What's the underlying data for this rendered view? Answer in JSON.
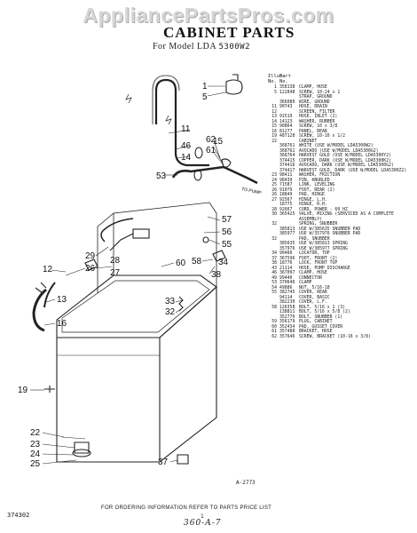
{
  "watermark": "AppliancePartsPros.com",
  "title": "CABINET PARTS",
  "subtitle_prefix": "For Model LDA",
  "subtitle_model": "5300W2",
  "parts_header": {
    "illus": "Illus.",
    "no": "No.",
    "part": "Part",
    "part_no": "No.",
    "description": ""
  },
  "parts": [
    {
      "illus": "1",
      "part": "358138",
      "desc": "CLAMP, HOSE"
    },
    {
      "illus": "5",
      "part": "122848",
      "desc": "SCREW, 10-24 x 1"
    },
    {
      "illus": "",
      "part": "",
      "desc": "STRAP, GROUND"
    },
    {
      "illus": "",
      "part": "366080",
      "desc": "WIRE, GROUND"
    },
    {
      "illus": "11",
      "part": "90743",
      "desc": "HOSE, DRAIN"
    },
    {
      "illus": "12",
      "part": "",
      "desc": "SCREEN, FILTER"
    },
    {
      "illus": "13",
      "part": "91519",
      "desc": "HOSE, INLET (2)"
    },
    {
      "illus": "14",
      "part": "14123",
      "desc": "WASHER, RUBBER"
    },
    {
      "illus": "15",
      "part": "90864",
      "desc": "SCREW, 10 x 3/8"
    },
    {
      "illus": "16",
      "part": "81277",
      "desc": "PANEL, REAR"
    },
    {
      "illus": "19",
      "part": "487128",
      "desc": "SCREW, 10-16 x 1/2"
    },
    {
      "illus": "22",
      "part": "",
      "desc": "CABINET"
    },
    {
      "illus": "",
      "part": "368761",
      "desc": "WHITE (USE W/MODEL LDA5300W2)"
    },
    {
      "illus": "",
      "part": "368762",
      "desc": "AVOCADO (USE W/MODEL LDA5300G2)"
    },
    {
      "illus": "",
      "part": "368764",
      "desc": "HARVEST GOLD (USE W/MODEL LDA5300Y2)"
    },
    {
      "illus": "",
      "part": "374415",
      "desc": "COPPER, DARK (USE W/MODEL LDA5300K2)"
    },
    {
      "illus": "",
      "part": "374416",
      "desc": "AVOCADO, DARK (USE W/MODEL LDA5300G2)"
    },
    {
      "illus": "",
      "part": "374417",
      "desc": "HARVEST GOLD, DARK (USE W/MODEL LDA5300Z2)"
    },
    {
      "illus": "23",
      "part": "98411",
      "desc": "WASHER, FRICTION"
    },
    {
      "illus": "24",
      "part": "98439",
      "desc": "PIN, KNURLED"
    },
    {
      "illus": "25",
      "part": "71587",
      "desc": "LINK, LEVELING"
    },
    {
      "illus": "26",
      "part": "91079",
      "desc": "FOOT, REAR (2)"
    },
    {
      "illus": "26",
      "part": "18849",
      "desc": "PAD, HINGE"
    },
    {
      "illus": "27",
      "part": "92567",
      "desc": "HINGE, L.H."
    },
    {
      "illus": "",
      "part": "18775",
      "desc": "HINGE, R.H."
    },
    {
      "illus": "28",
      "part": "92667",
      "desc": "CORD, POWER - 60 HZ"
    },
    {
      "illus": "30",
      "part": "365425",
      "desc": "VALVE, MIXING (SERVICED AS A COMPLETE ASSEMBLY)"
    },
    {
      "illus": "32",
      "part": "",
      "desc": "SPRING, SNUBBER"
    },
    {
      "illus": "",
      "part": "385813",
      "desc": "USE W/385635 SNUBBER PAD"
    },
    {
      "illus": "",
      "part": "385977",
      "desc": "USE W/357976 SNUBBER PAD"
    },
    {
      "illus": "32",
      "part": "",
      "desc": "PAD, SNUBBER"
    },
    {
      "illus": "",
      "part": "385635",
      "desc": "USE W/385813 SPRING"
    },
    {
      "illus": "",
      "part": "357976",
      "desc": "USE W/385977 SPRING"
    },
    {
      "illus": "34",
      "part": "90460",
      "desc": "LOCATOR, TOP"
    },
    {
      "illus": "37",
      "part": "367596",
      "desc": "FOOT, FRONT (2)"
    },
    {
      "illus": "38",
      "part": "18776",
      "desc": "LOCK, FRONT TOP"
    },
    {
      "illus": "43",
      "part": "21114",
      "desc": "HOSE, PUMP DISCHARGE"
    },
    {
      "illus": "46",
      "part": "367097",
      "desc": "CLAMP, HOSE"
    },
    {
      "illus": "49",
      "part": "99440",
      "desc": "CONNECTOR"
    },
    {
      "illus": "53",
      "part": "370646",
      "desc": "CLAMP"
    },
    {
      "illus": "54",
      "part": "49886",
      "desc": "NUT, 5/16-18"
    },
    {
      "illus": "55",
      "part": "382745",
      "desc": "COVER, REAR"
    },
    {
      "illus": "",
      "part": "94114",
      "desc": "COVER, BASIC"
    },
    {
      "illus": "",
      "part": "382230",
      "desc": "COVER, L.F."
    },
    {
      "illus": "58",
      "part": "126358",
      "desc": "BOLT, 5/16 x 1 (3)"
    },
    {
      "illus": "",
      "part": "138811",
      "desc": "BOLT, 5/16 x 5/8 (2)"
    },
    {
      "illus": "",
      "part": "352770",
      "desc": "BOLT, SNUBBER (1)"
    },
    {
      "illus": "59",
      "part": "356179",
      "desc": "PLUG, CABINET"
    },
    {
      "illus": "60",
      "part": "352434",
      "desc": "PAD, GUSSET COVER"
    },
    {
      "illus": "61",
      "part": "357488",
      "desc": "BRACKET, HOSE"
    },
    {
      "illus": "62",
      "part": "357646",
      "desc": "SCREW, BRACKET (10-16 x 3/8)"
    }
  ],
  "callouts": {
    "c1": "1",
    "c5": "5",
    "c11": "11",
    "c46": "46",
    "c14": "14",
    "c53": "53",
    "c62": "62",
    "c15": "15",
    "c61": "61",
    "c57": "57",
    "c56": "56",
    "c55": "55",
    "c29": "29",
    "c28": "28",
    "c26": "26",
    "c60": "60",
    "c27": "27",
    "c12": "12",
    "c58": "58",
    "c34": "34",
    "c38": "38",
    "c13": "13",
    "c33": "33",
    "c32": "32",
    "c16": "16",
    "c19": "19",
    "c22": "22",
    "c23": "23",
    "c24": "24",
    "c25": "25",
    "c37": "37"
  },
  "to_pump_label": "TO PUMP",
  "figure_ref": "A-2773",
  "footer_text": "FOR ORDERING INFORMATION REFER TO PARTS PRICE LIST",
  "footer_id": "374302",
  "footer_page": "1",
  "footer_handwritten": "360-A-7"
}
